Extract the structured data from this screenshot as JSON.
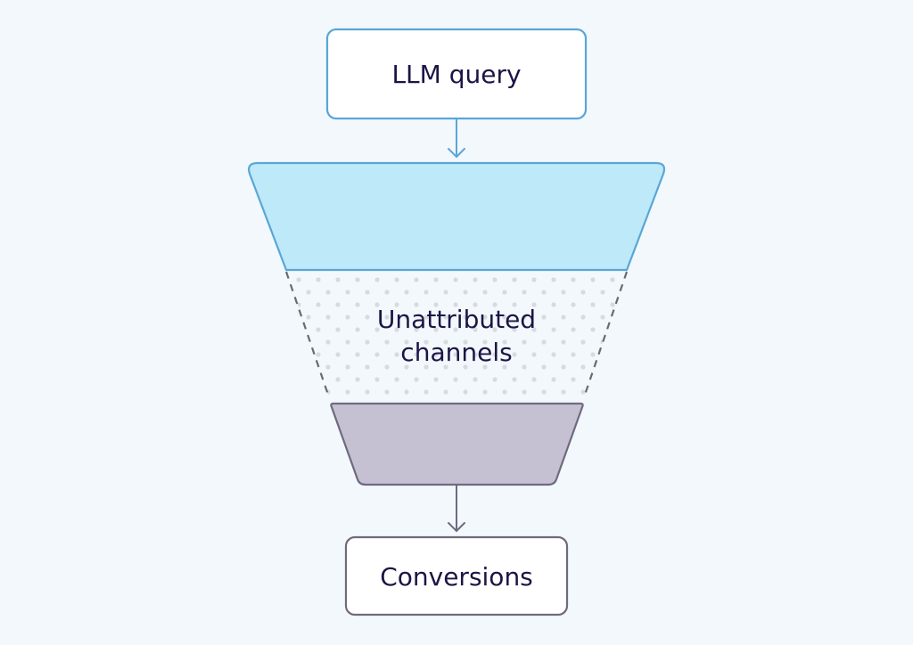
{
  "diagram": {
    "type": "funnel",
    "nodes": {
      "top": {
        "label": "LLM query"
      },
      "middle": {
        "label_line1": "Unattributed",
        "label_line2": "channels"
      },
      "bottom": {
        "label": "Conversions"
      }
    },
    "colors": {
      "background": "#f2f8fc",
      "top_stroke": "#5aa6d6",
      "funnel_top_fill": "#bde9f9",
      "funnel_bottom_fill": "#c6c1d2",
      "funnel_bottom_stroke": "#6f6a80",
      "dash_stroke": "#6a6a70",
      "dot_fill": "#d6dbe0",
      "text": "#1c1446"
    }
  }
}
